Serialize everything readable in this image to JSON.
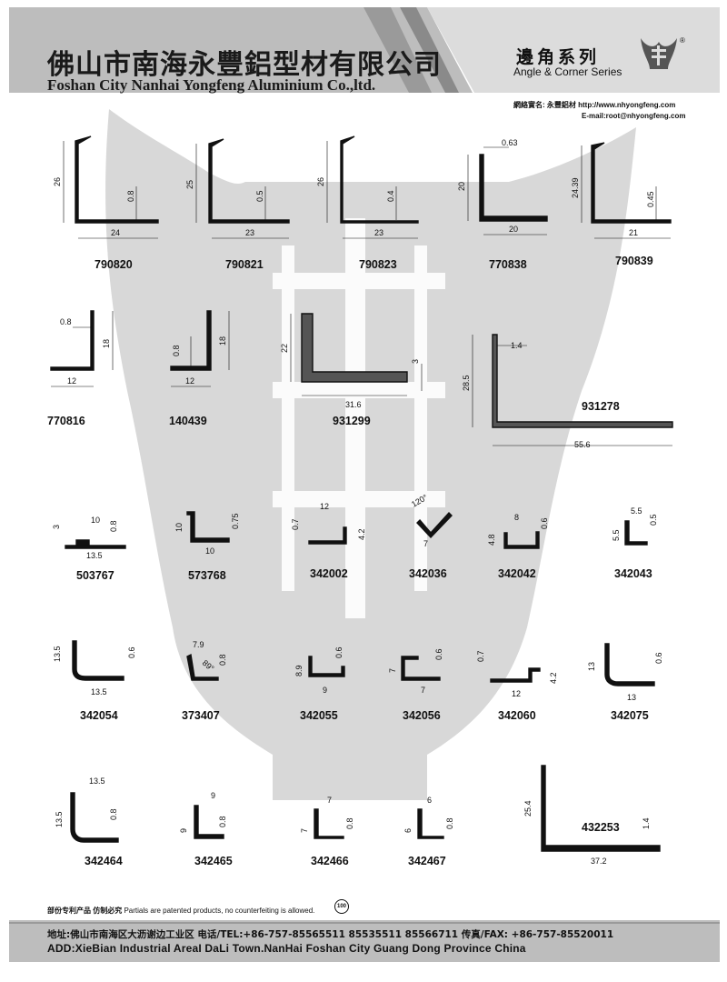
{
  "header": {
    "company_cn": "佛山市南海永豐鋁型材有限公司",
    "company_en": "Foshan City Nanhai Yongfeng Aluminium Co.,ltd.",
    "series_cn": "邊角系列",
    "series_en": "Angle & Corner Series",
    "registered_mark": "®",
    "website": "網絡實名: 永豐鋁材 http://www.nhyongfeng.com",
    "email": "E-mail:root@nhyongfeng.com"
  },
  "colors": {
    "header_band": "#bdbdbd",
    "watermark": "#d6d6d6",
    "footer_band": "#bdbdbd",
    "ink": "#111111"
  },
  "profiles": [
    {
      "code": "790820",
      "dims": [
        "26",
        "0.8",
        "24"
      ]
    },
    {
      "code": "790821",
      "dims": [
        "25",
        "0.5",
        "23"
      ]
    },
    {
      "code": "790823",
      "dims": [
        "26",
        "0.4",
        "23"
      ]
    },
    {
      "code": "770838",
      "dims": [
        "0.63",
        "20",
        "20"
      ]
    },
    {
      "code": "790839",
      "dims": [
        "24.39",
        "0.45",
        "21"
      ]
    },
    {
      "code": "770816",
      "dims": [
        "0.8",
        "18",
        "12"
      ]
    },
    {
      "code": "140439",
      "dims": [
        "0.8",
        "18",
        "12"
      ]
    },
    {
      "code": "931299",
      "dims": [
        "22",
        "3",
        "31.6"
      ]
    },
    {
      "code": "931278",
      "dims": [
        "1.4",
        "28.5",
        "55.6"
      ]
    },
    {
      "code": "503767",
      "dims": [
        "3",
        "10",
        "0.8",
        "13.5"
      ]
    },
    {
      "code": "573768",
      "dims": [
        "10",
        "0.75",
        "10"
      ]
    },
    {
      "code": "342002",
      "dims": [
        "12",
        "0.7",
        "4.2"
      ]
    },
    {
      "code": "342036",
      "dims": [
        "120°",
        "7"
      ]
    },
    {
      "code": "342042",
      "dims": [
        "8",
        "4.8",
        "0.6"
      ]
    },
    {
      "code": "342043",
      "dims": [
        "5.5",
        "5.5",
        "0.5"
      ]
    },
    {
      "code": "342054",
      "dims": [
        "13.5",
        "0.6",
        "13.5"
      ]
    },
    {
      "code": "373407",
      "dims": [
        "7.9",
        "89°",
        "0.8"
      ]
    },
    {
      "code": "342055",
      "dims": [
        "8.9",
        "0.6",
        "9"
      ]
    },
    {
      "code": "342056",
      "dims": [
        "7",
        "0.6",
        "7"
      ]
    },
    {
      "code": "342060",
      "dims": [
        "0.7",
        "4.2",
        "12"
      ]
    },
    {
      "code": "342075",
      "dims": [
        "13",
        "0.6",
        "13"
      ]
    },
    {
      "code": "342464",
      "dims": [
        "13.5",
        "13.5",
        "0.8"
      ]
    },
    {
      "code": "342465",
      "dims": [
        "9",
        "9",
        "0.8"
      ]
    },
    {
      "code": "342466",
      "dims": [
        "7",
        "7",
        "0.8"
      ]
    },
    {
      "code": "342467",
      "dims": [
        "6",
        "6",
        "0.8"
      ]
    },
    {
      "code": "432253",
      "dims": [
        "25.4",
        "1.4",
        "37.2"
      ]
    }
  ],
  "footer": {
    "patent_cn": "部份专利产品  仿制必究",
    "patent_en": "Partials are patented products, no counterfeiting is allowed.",
    "badge": "100",
    "address_cn": "地址:佛山市南海区大沥谢边工业区      电话/TEL:+86-757-85565511  85535511  85566711      传真/FAX: +86-757-85520011",
    "address_en": "ADD:XieBian Industrial AreaI DaLi Town.NanHai Foshan City Guang Dong Province China"
  }
}
